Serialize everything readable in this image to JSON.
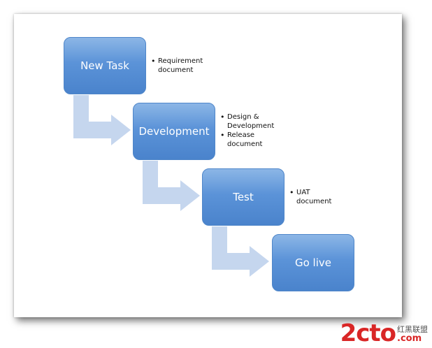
{
  "steps": [
    {
      "label": "New Task"
    },
    {
      "label": "Development"
    },
    {
      "label": "Test"
    },
    {
      "label": "Go live"
    }
  ],
  "notes": [
    [
      "Requirement document"
    ],
    [
      "Design & Development",
      "Release document"
    ],
    [
      "UAT document"
    ]
  ],
  "watermark": {
    "logo": "2cto",
    "site": ".com",
    "chinese": "红黑联盟"
  },
  "colors": {
    "box": "#5b93d8",
    "arrow": "#c5d6ee"
  }
}
